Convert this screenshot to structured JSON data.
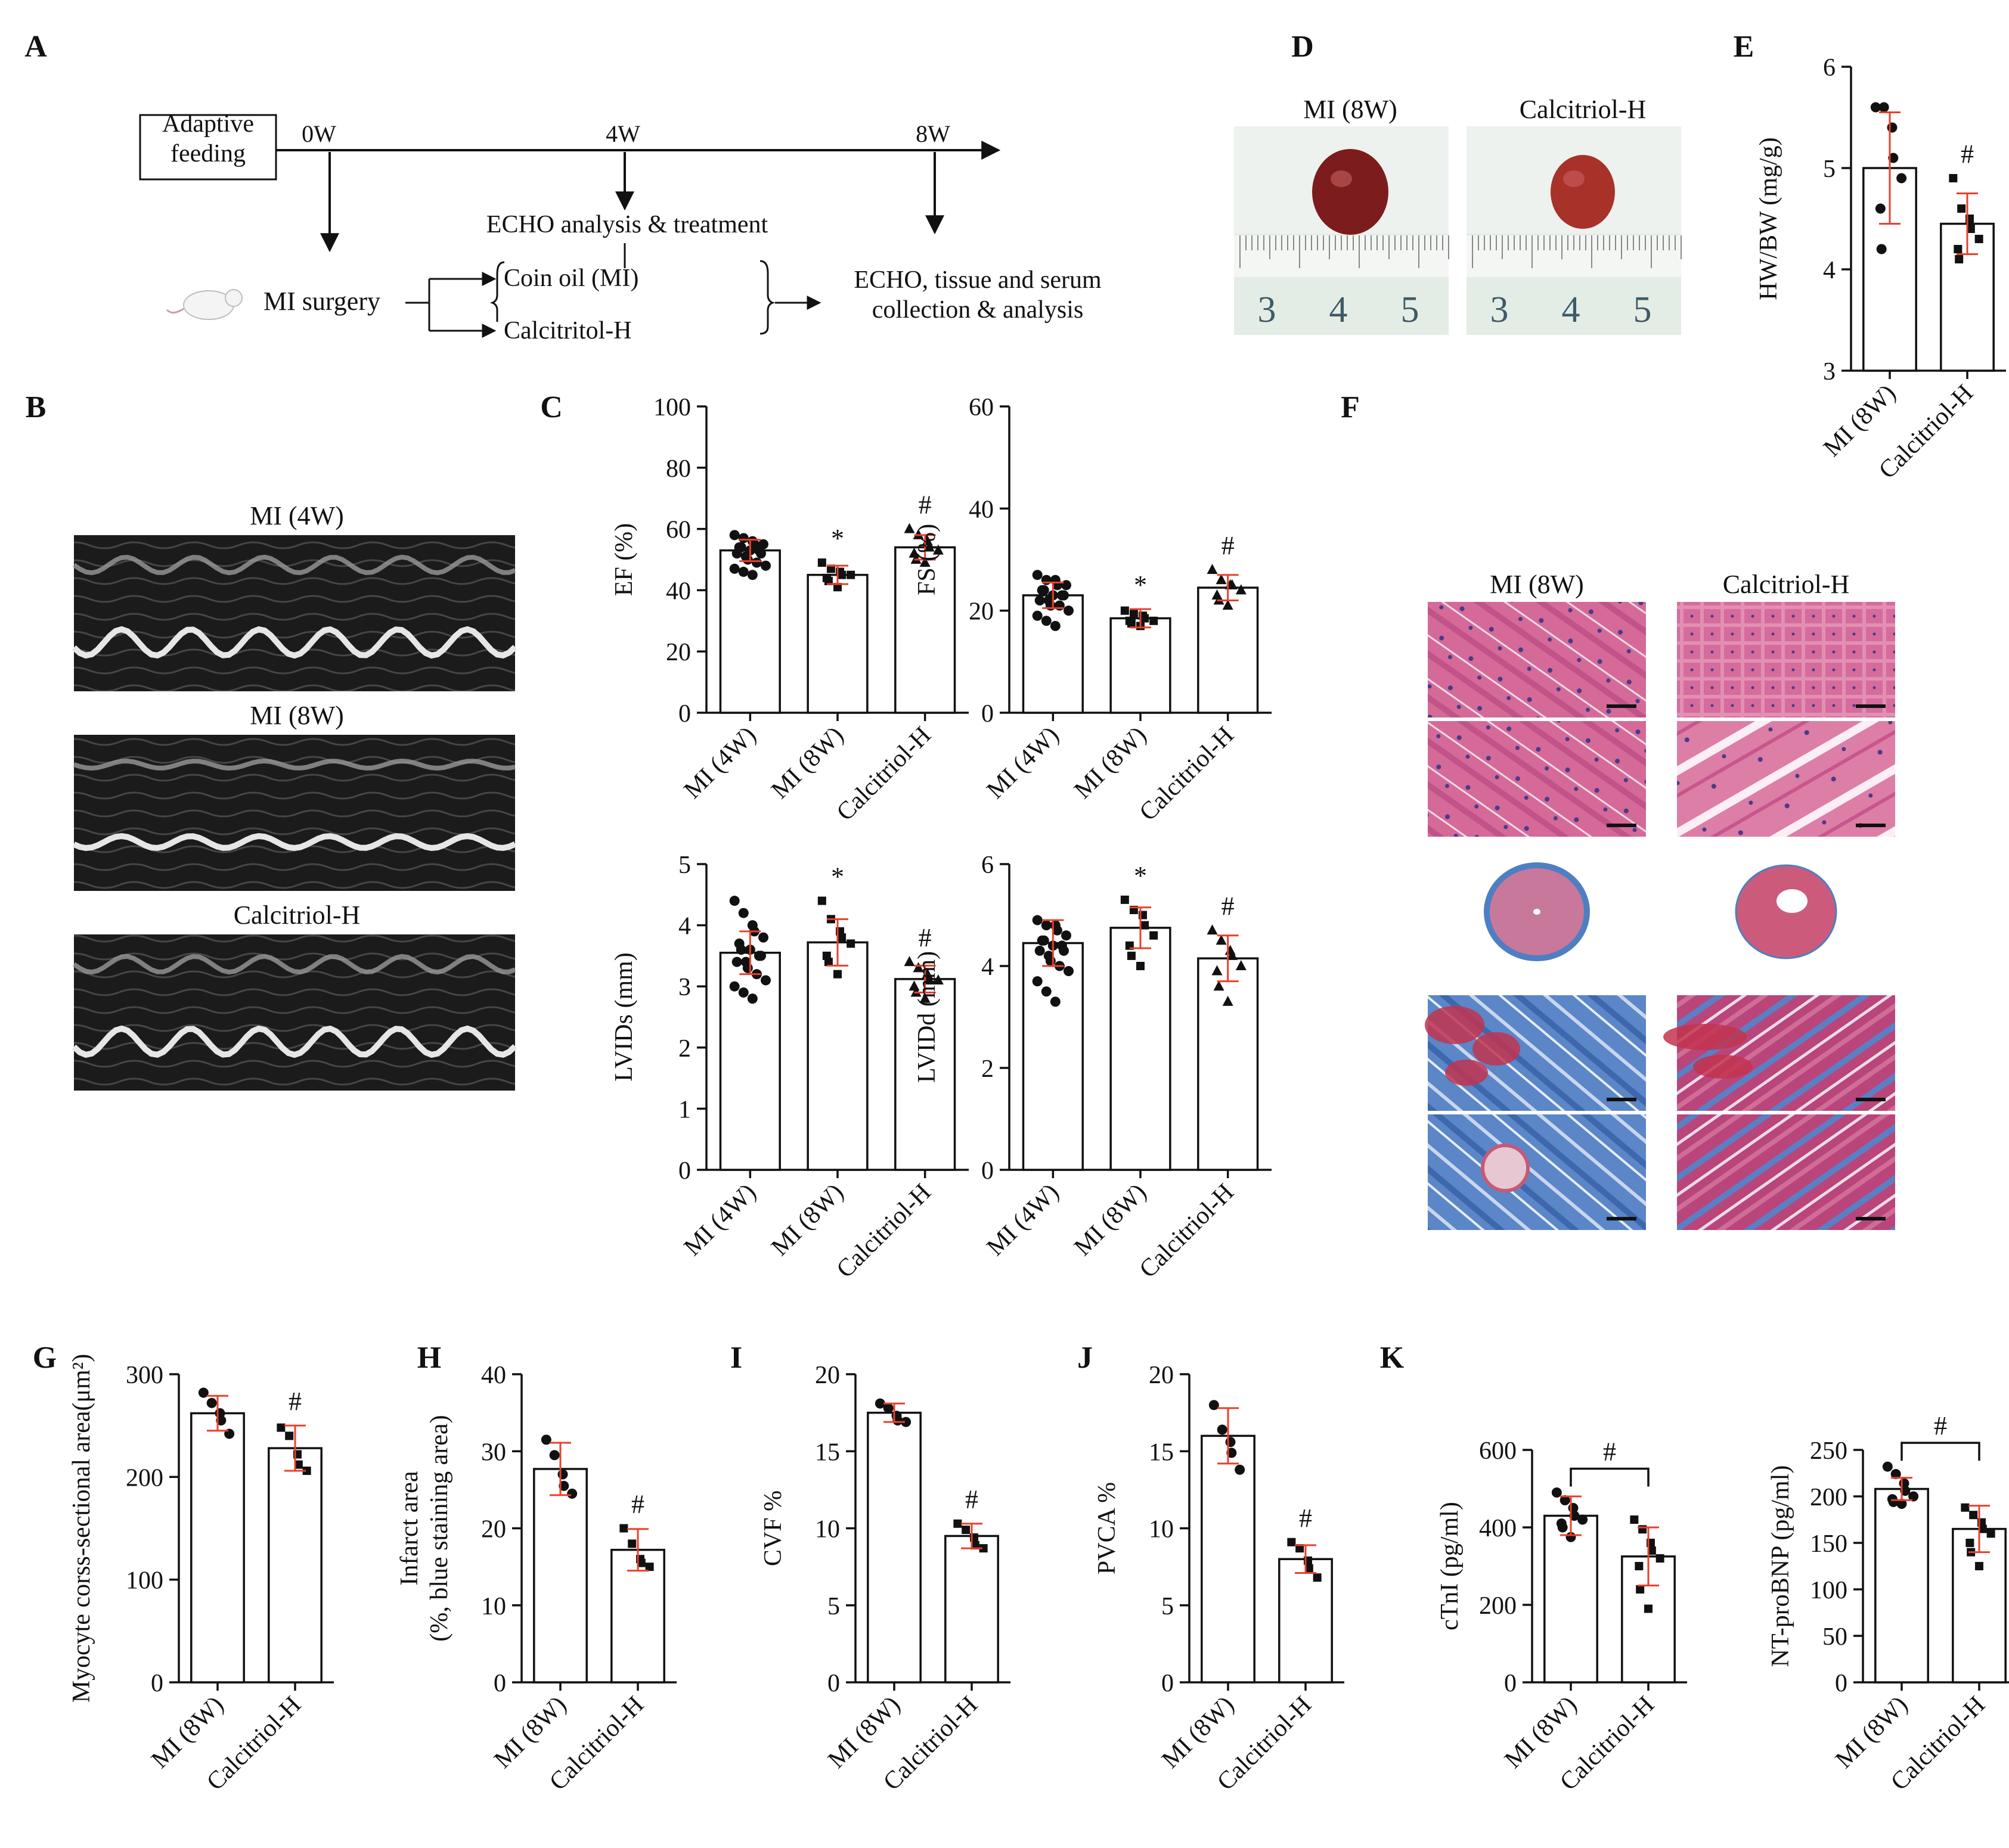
{
  "figure": {
    "panel_letters": [
      "A",
      "B",
      "C",
      "D",
      "E",
      "F",
      "G",
      "H",
      "I",
      "J",
      "K"
    ]
  },
  "colors": {
    "axis": "#111111",
    "error_bar": "#e8402c",
    "bar_fill": "#ffffff",
    "dot": "#111111",
    "echo_bg": "#1b1b1b",
    "he_pink": "#d56a99",
    "masson_blue": "#4d7fc2",
    "masson_red": "#c2344f",
    "ruler_bg": "#e4ece6"
  },
  "timeline": {
    "start_box": "Adaptive\nfeeding",
    "weeks": [
      "0W",
      "4W",
      "8W"
    ],
    "mid_label": "ECHO analysis & treatment",
    "surgery": "MI surgery",
    "group_1": "Coin oil (MI)",
    "group_2": "Calcitritol-H",
    "end_label": "ECHO, tissue and serum\ncollection & analysis",
    "mouse_icon": "mouse-icon"
  },
  "echo": {
    "labels": [
      "MI (4W)",
      "MI (8W)",
      "Calcitriol-H"
    ]
  },
  "heart_photos": {
    "labels": [
      "MI (8W)",
      "Calcitriol-H"
    ],
    "ruler_numbers_1": [
      "3",
      "4",
      "5"
    ],
    "ruler_numbers_2": [
      "3",
      "4",
      "5"
    ]
  },
  "histology": {
    "labels": [
      "MI (8W)",
      "Calcitriol-H"
    ]
  },
  "chart_data": [
    {
      "panel": "C",
      "type": "bar",
      "ylabel": "EF (%)",
      "ylim": [
        0,
        100
      ],
      "yticks": [
        0,
        20,
        40,
        60,
        80,
        100
      ],
      "categories": [
        "MI (4W)",
        "MI (8W)",
        "Calcitriol-H"
      ],
      "values": [
        53,
        45,
        54
      ],
      "errors": [
        3.5,
        3,
        4
      ],
      "marks": [
        "",
        "*",
        "#"
      ],
      "points": [
        [
          58,
          57,
          56,
          55,
          55,
          54,
          54,
          53,
          53,
          52,
          52,
          51,
          50,
          49,
          48,
          47,
          46,
          45
        ],
        [
          49,
          47,
          46,
          45,
          45,
          44,
          43,
          41
        ],
        [
          60,
          58,
          56,
          54,
          53,
          52,
          50,
          49
        ]
      ]
    },
    {
      "panel": "C",
      "type": "bar",
      "ylabel": "FS (%)",
      "ylim": [
        0,
        60
      ],
      "yticks": [
        0,
        20,
        40,
        60
      ],
      "categories": [
        "MI (4W)",
        "MI (8W)",
        "Calcitriol-H"
      ],
      "values": [
        23,
        18.5,
        24.5
      ],
      "errors": [
        2.5,
        1.8,
        2.5
      ],
      "marks": [
        "",
        "*",
        "#"
      ],
      "points": [
        [
          27,
          26,
          26,
          25,
          25,
          24,
          24,
          23,
          23,
          23,
          22,
          22,
          21,
          21,
          20,
          19,
          18,
          17
        ],
        [
          20,
          19.5,
          19,
          18.5,
          18,
          18,
          17.5,
          17
        ],
        [
          28,
          26,
          25,
          25,
          24,
          23,
          22,
          21
        ]
      ]
    },
    {
      "panel": "C",
      "type": "bar",
      "ylabel": "LVIDs (mm)",
      "ylim": [
        0,
        5
      ],
      "yticks": [
        0,
        1,
        2,
        3,
        4,
        5
      ],
      "categories": [
        "MI (4W)",
        "MI (8W)",
        "Calcitriol-H"
      ],
      "values": [
        3.55,
        3.72,
        3.12
      ],
      "errors": [
        0.35,
        0.38,
        0.22
      ],
      "marks": [
        "",
        "*",
        "#"
      ],
      "points": [
        [
          4.4,
          4.2,
          4.0,
          3.9,
          3.8,
          3.7,
          3.6,
          3.6,
          3.5,
          3.5,
          3.4,
          3.4,
          3.3,
          3.2,
          3.1,
          3.0,
          2.9,
          2.8
        ],
        [
          4.4,
          4.1,
          3.9,
          3.8,
          3.7,
          3.5,
          3.4,
          3.2
        ],
        [
          3.4,
          3.3,
          3.2,
          3.1,
          3.1,
          3.0,
          2.9,
          2.8
        ]
      ]
    },
    {
      "panel": "C",
      "type": "bar",
      "ylabel": "LVIDd (mm)",
      "ylim": [
        0,
        6
      ],
      "yticks": [
        0,
        2,
        4,
        6
      ],
      "categories": [
        "MI (4W)",
        "MI (8W)",
        "Calcitriol-H"
      ],
      "values": [
        4.45,
        4.75,
        4.15
      ],
      "errors": [
        0.45,
        0.4,
        0.45
      ],
      "marks": [
        "",
        "*",
        "#"
      ],
      "points": [
        [
          4.9,
          4.8,
          4.8,
          4.7,
          4.6,
          4.5,
          4.5,
          4.4,
          4.4,
          4.3,
          4.3,
          4.2,
          4.1,
          4.0,
          3.9,
          3.7,
          3.5,
          3.3
        ],
        [
          5.3,
          5.1,
          5.0,
          4.8,
          4.6,
          4.4,
          4.2,
          4.0
        ],
        [
          4.7,
          4.5,
          4.3,
          4.2,
          4.0,
          3.9,
          3.6,
          3.3
        ]
      ]
    },
    {
      "panel": "E",
      "type": "bar",
      "ylabel": "HW/BW (mg/g)",
      "ylim": [
        3,
        6
      ],
      "yticks": [
        3,
        4,
        5,
        6
      ],
      "categories": [
        "MI (8W)",
        "Calcitriol-H"
      ],
      "values": [
        5.0,
        4.45
      ],
      "errors": [
        0.55,
        0.3
      ],
      "marks": [
        "",
        "#"
      ],
      "points": [
        [
          5.6,
          5.6,
          5.4,
          5.1,
          4.9,
          4.6,
          4.2
        ],
        [
          4.9,
          4.6,
          4.5,
          4.4,
          4.3,
          4.2,
          4.1
        ]
      ]
    },
    {
      "panel": "G",
      "type": "bar",
      "ylabel": "Myocyte corss-sectional area(μm²)",
      "ylim": [
        0,
        300
      ],
      "yticks": [
        0,
        100,
        200,
        300
      ],
      "categories": [
        "MI (8W)",
        "Calcitriol-H"
      ],
      "values": [
        262,
        228
      ],
      "errors": [
        17,
        22
      ],
      "marks": [
        "",
        "#"
      ],
      "points": [
        [
          282,
          272,
          262,
          255,
          242
        ],
        [
          248,
          240,
          222,
          212,
          206
        ]
      ]
    },
    {
      "panel": "H",
      "type": "bar",
      "ylabel": "Infarct area\n(%, blue staining area)",
      "ylim": [
        0,
        40
      ],
      "yticks": [
        0,
        10,
        20,
        30,
        40
      ],
      "categories": [
        "MI (8W)",
        "Calcitriol-H"
      ],
      "values": [
        27.7,
        17.2
      ],
      "errors": [
        3.4,
        2.7
      ],
      "marks": [
        "",
        "#"
      ],
      "points": [
        [
          31.5,
          29.5,
          27,
          25.5,
          24.5
        ],
        [
          20,
          18,
          16,
          15.5,
          15
        ]
      ]
    },
    {
      "panel": "I",
      "type": "bar",
      "ylabel": "CVF %",
      "ylim": [
        0,
        20
      ],
      "yticks": [
        0,
        5,
        10,
        15,
        20
      ],
      "categories": [
        "MI (8W)",
        "Calcitriol-H"
      ],
      "values": [
        17.5,
        9.5
      ],
      "errors": [
        0.6,
        0.8
      ],
      "marks": [
        "",
        "#"
      ],
      "points": [
        [
          18.1,
          17.8,
          17.3,
          17.0,
          16.9
        ],
        [
          10.3,
          9.9,
          9.4,
          8.9,
          8.7
        ]
      ]
    },
    {
      "panel": "J",
      "type": "bar",
      "ylabel": "PVCA %",
      "ylim": [
        0,
        20
      ],
      "yticks": [
        0,
        5,
        10,
        15,
        20
      ],
      "categories": [
        "MI (8W)",
        "Calcitriol-H"
      ],
      "values": [
        16.0,
        8.0
      ],
      "errors": [
        1.8,
        0.9
      ],
      "marks": [
        "",
        "#"
      ],
      "points": [
        [
          18,
          16.4,
          15.6,
          14.9,
          13.8
        ],
        [
          9.1,
          8.7,
          7.9,
          7.4,
          6.8
        ]
      ]
    },
    {
      "panel": "K",
      "type": "bar",
      "ylabel": "cTnI (pg/ml)",
      "ylim": [
        0,
        600
      ],
      "yticks": [
        0,
        200,
        400,
        600
      ],
      "categories": [
        "MI (8W)",
        "Calcitriol-H"
      ],
      "values": [
        430,
        325
      ],
      "errors": [
        50,
        75
      ],
      "marks": [
        "#"
      ],
      "points": [
        [
          490,
          470,
          450,
          430,
          420,
          410,
          400,
          375
        ],
        [
          420,
          395,
          360,
          340,
          320,
          300,
          240,
          190
        ]
      ]
    },
    {
      "panel": "K",
      "type": "bar",
      "ylabel": "NT-proBNP (pg/ml)",
      "ylim": [
        0,
        250
      ],
      "yticks": [
        0,
        50,
        100,
        150,
        200,
        250
      ],
      "categories": [
        "MI (8W)",
        "Calcitriol-H"
      ],
      "values": [
        208,
        165
      ],
      "errors": [
        12,
        25
      ],
      "marks": [
        "#"
      ],
      "points": [
        [
          232,
          224,
          214,
          206,
          200,
          197,
          194,
          192
        ],
        [
          188,
          180,
          172,
          165,
          160,
          150,
          140,
          125
        ]
      ]
    }
  ]
}
